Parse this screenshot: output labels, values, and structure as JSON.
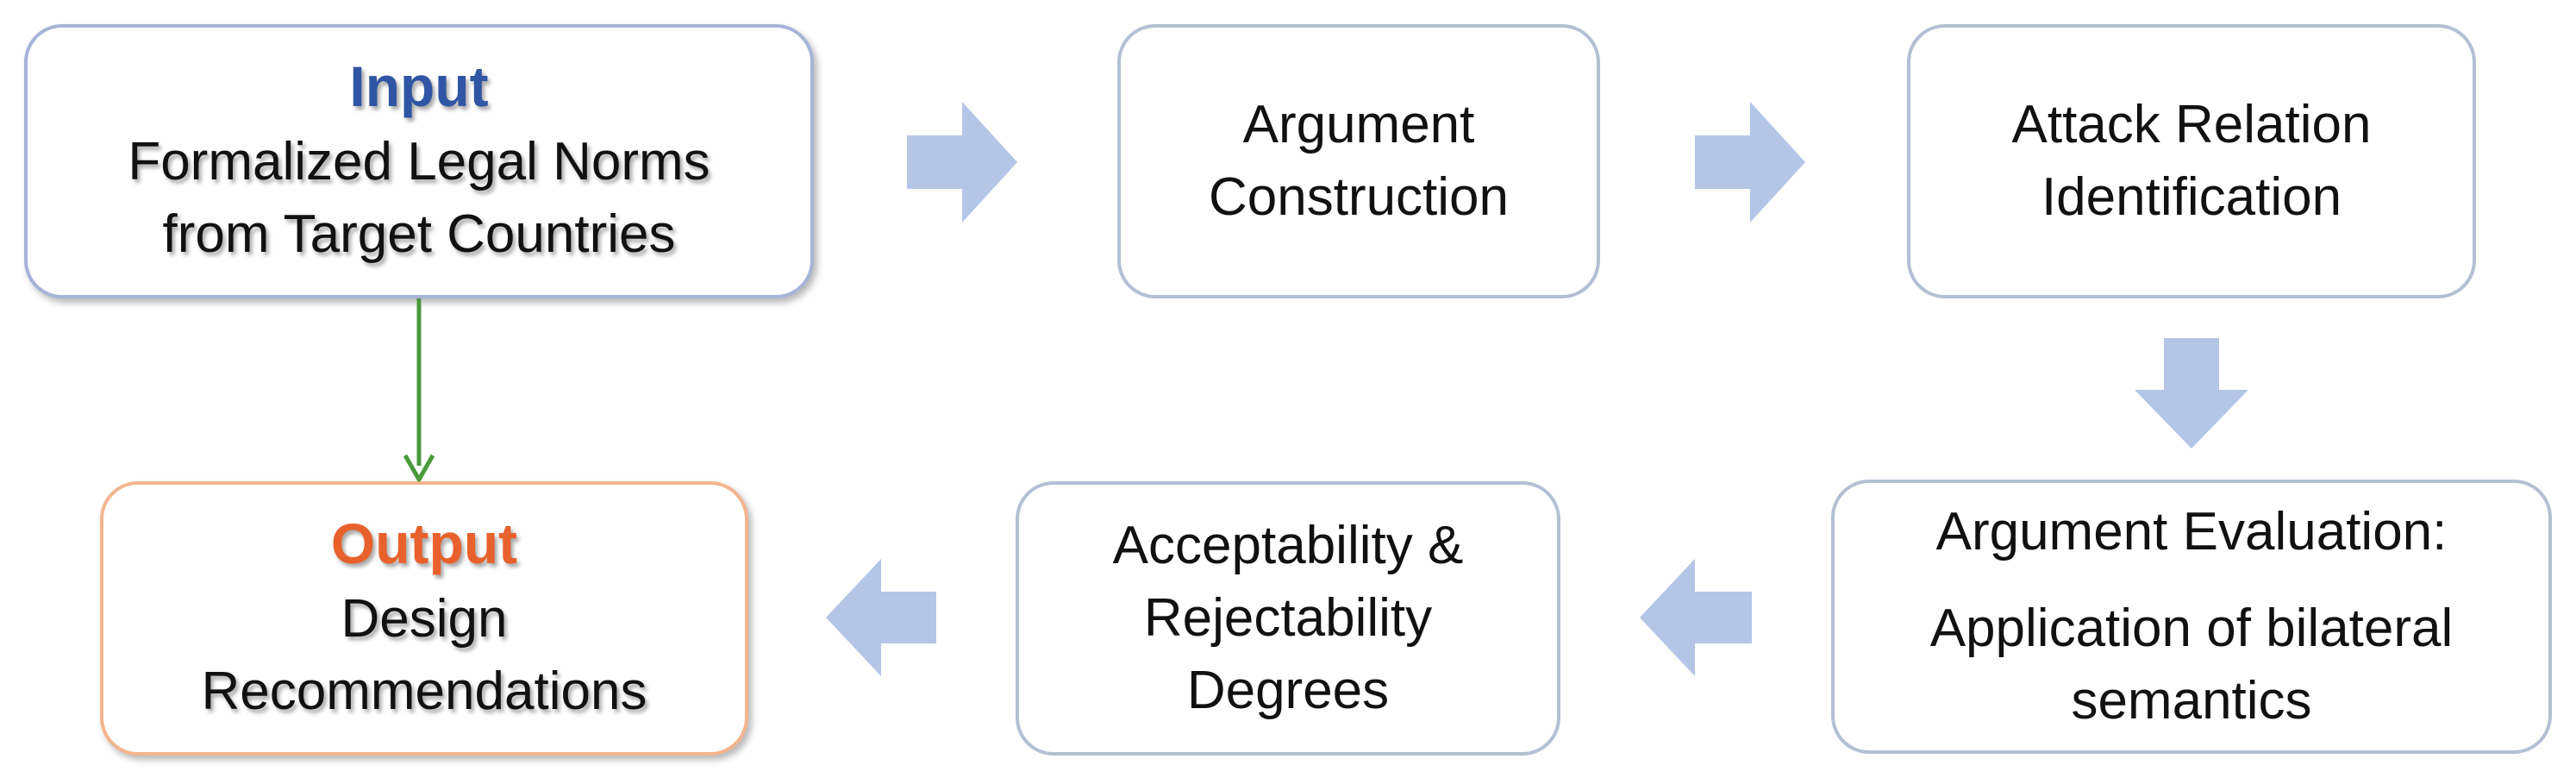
{
  "input": {
    "heading": "Input",
    "lines": [
      "Formalized Legal Norms",
      "from Target Countries"
    ]
  },
  "steps": {
    "construction": {
      "lines": [
        "Argument",
        "Construction"
      ]
    },
    "attack": {
      "lines": [
        "Attack Relation",
        "Identification"
      ]
    },
    "evaluation": {
      "title": "Argument Evaluation:",
      "lines": [
        "Application of bilateral",
        "semantics"
      ]
    },
    "degrees": {
      "lines": [
        "Acceptability &",
        "Rejectability",
        "Degrees"
      ]
    }
  },
  "output": {
    "heading": "Output",
    "lines": [
      "Design",
      "Recommendations"
    ]
  },
  "colors": {
    "flow_arrow": "#b4c5e6",
    "direct_link": "#4a9a3c",
    "input_heading": "#2f55a4",
    "output_heading": "#e8612c"
  }
}
